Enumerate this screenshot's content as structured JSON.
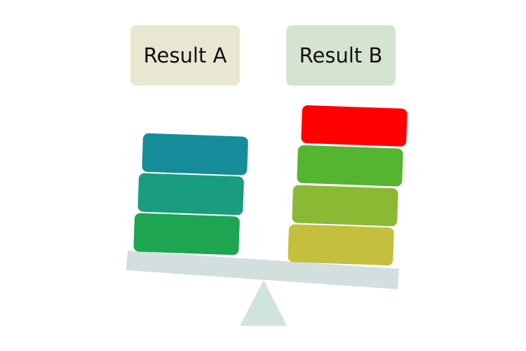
{
  "labels": {
    "result_a": {
      "text": "Result A",
      "color": "#e8e7d1"
    },
    "result_b": {
      "text": "Result B",
      "color": "#d4e4d1"
    }
  },
  "stacks": {
    "result_a": [
      {
        "color": "#168c9a"
      },
      {
        "color": "#1a9c80"
      },
      {
        "color": "#1ea552"
      }
    ],
    "result_b": [
      {
        "color": "#fe0000"
      },
      {
        "color": "#55b430"
      },
      {
        "color": "#8bb934"
      },
      {
        "color": "#c4bf3d"
      }
    ]
  },
  "scale": {
    "beam_color": "#d3dfdf",
    "fulcrum_color": "#d1e4dc",
    "tilt": "right side lower"
  }
}
